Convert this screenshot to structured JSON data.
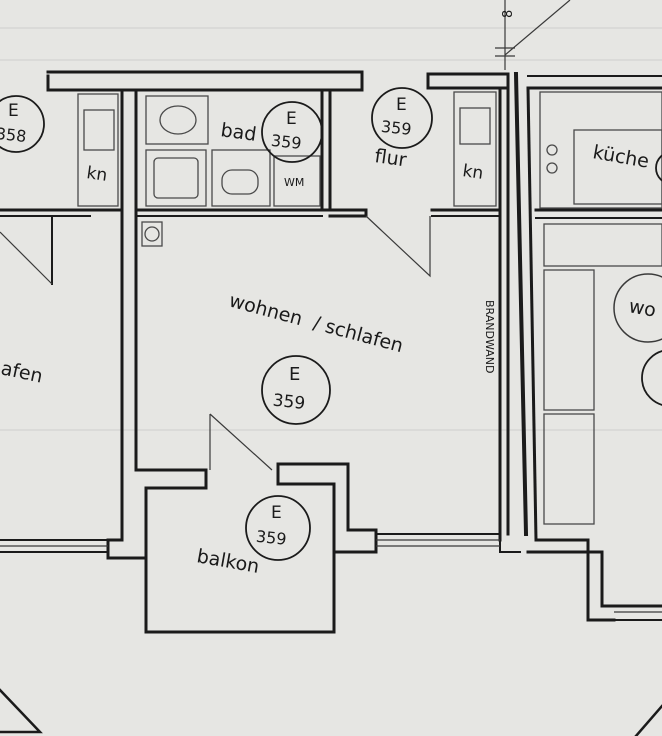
{
  "labels": {
    "bad": "bad",
    "flur": "flur",
    "kn_left": "kn",
    "kn_right": "kn",
    "wm": "WM",
    "wohnen": "wohnen  / schlafen",
    "balkon": "balkon",
    "kueche": "küche",
    "brandwand": "BRANDWAND",
    "neighbor_left_room": "afen",
    "neighbor_right_room": "wo",
    "top_number": "8"
  },
  "markers": {
    "left_unit": {
      "letter": "E",
      "number": "358"
    },
    "bad": {
      "letter": "E",
      "number": "359"
    },
    "flur": {
      "letter": "E",
      "number": "359"
    },
    "wohnen": {
      "letter": "E",
      "number": "359"
    },
    "balkon": {
      "letter": "E",
      "number": "359"
    }
  },
  "colors": {
    "paper": "#e6e6e3",
    "ink": "#1b1b1b"
  }
}
